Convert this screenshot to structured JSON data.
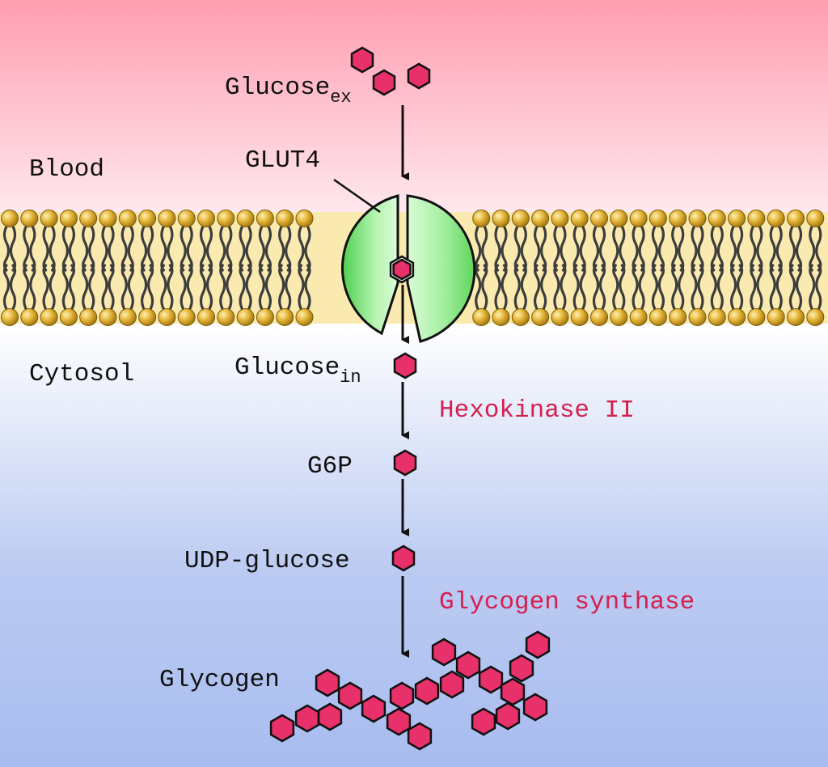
{
  "labels": {
    "glucose_ex_main": "Glucose",
    "glucose_ex_sub": "ex",
    "blood": "Blood",
    "glut4": "GLUT4",
    "cytosol": "Cytosol",
    "glucose_in_main": "Glucose",
    "glucose_in_sub": "in",
    "hexokinase": "Hexokinase II",
    "g6p": "G6P",
    "udp_glucose": "UDP-glucose",
    "glycogen_synthase": "Glycogen synthase",
    "glycogen": "Glycogen"
  },
  "colors": {
    "blood_top": "#ff9db0",
    "blood_bottom": "#ffe8ee",
    "cytosol_top": "#ffffff",
    "cytosol_bottom": "#a8bcef",
    "membrane_core": "#fbeab0",
    "lipid_head": "#d9a521",
    "lipid_tail": "#3d3d3d",
    "transporter": "#7fe27f",
    "glucose": "#e8306a",
    "enzyme_text": "#d4204e"
  }
}
